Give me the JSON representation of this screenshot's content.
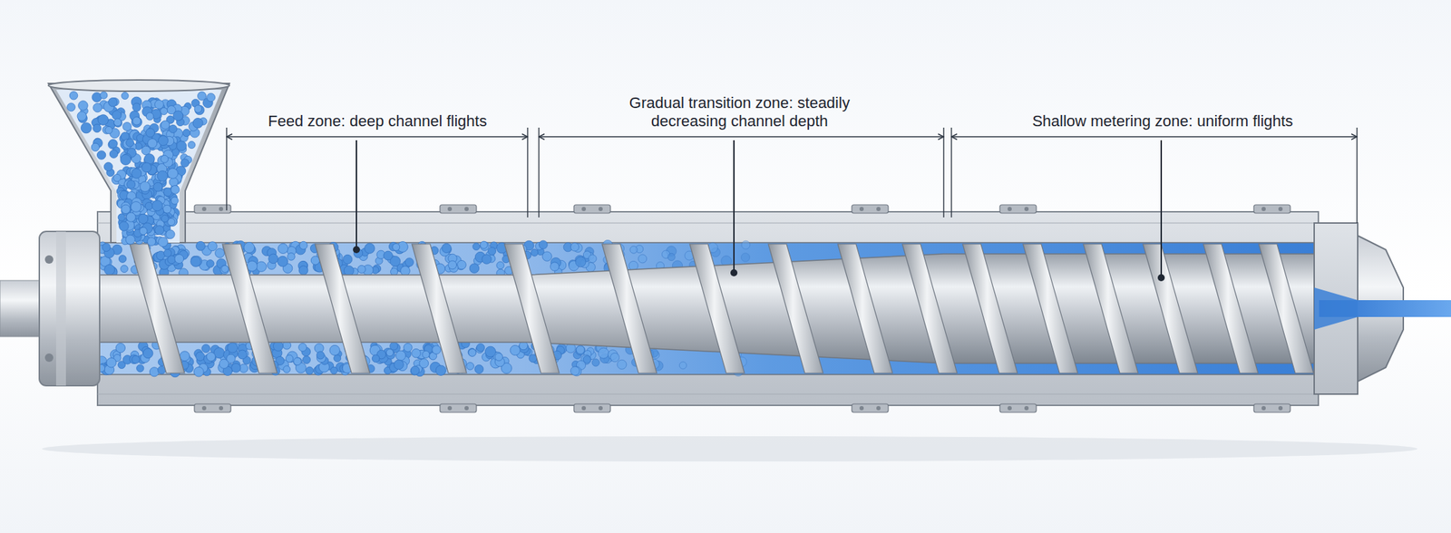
{
  "diagram": {
    "labels": [
      "Feed zone: deep channel flights",
      "Gradual transition zone: steadily decreasing channel depth",
      "Shallow metering zone: uniform flights"
    ]
  }
}
